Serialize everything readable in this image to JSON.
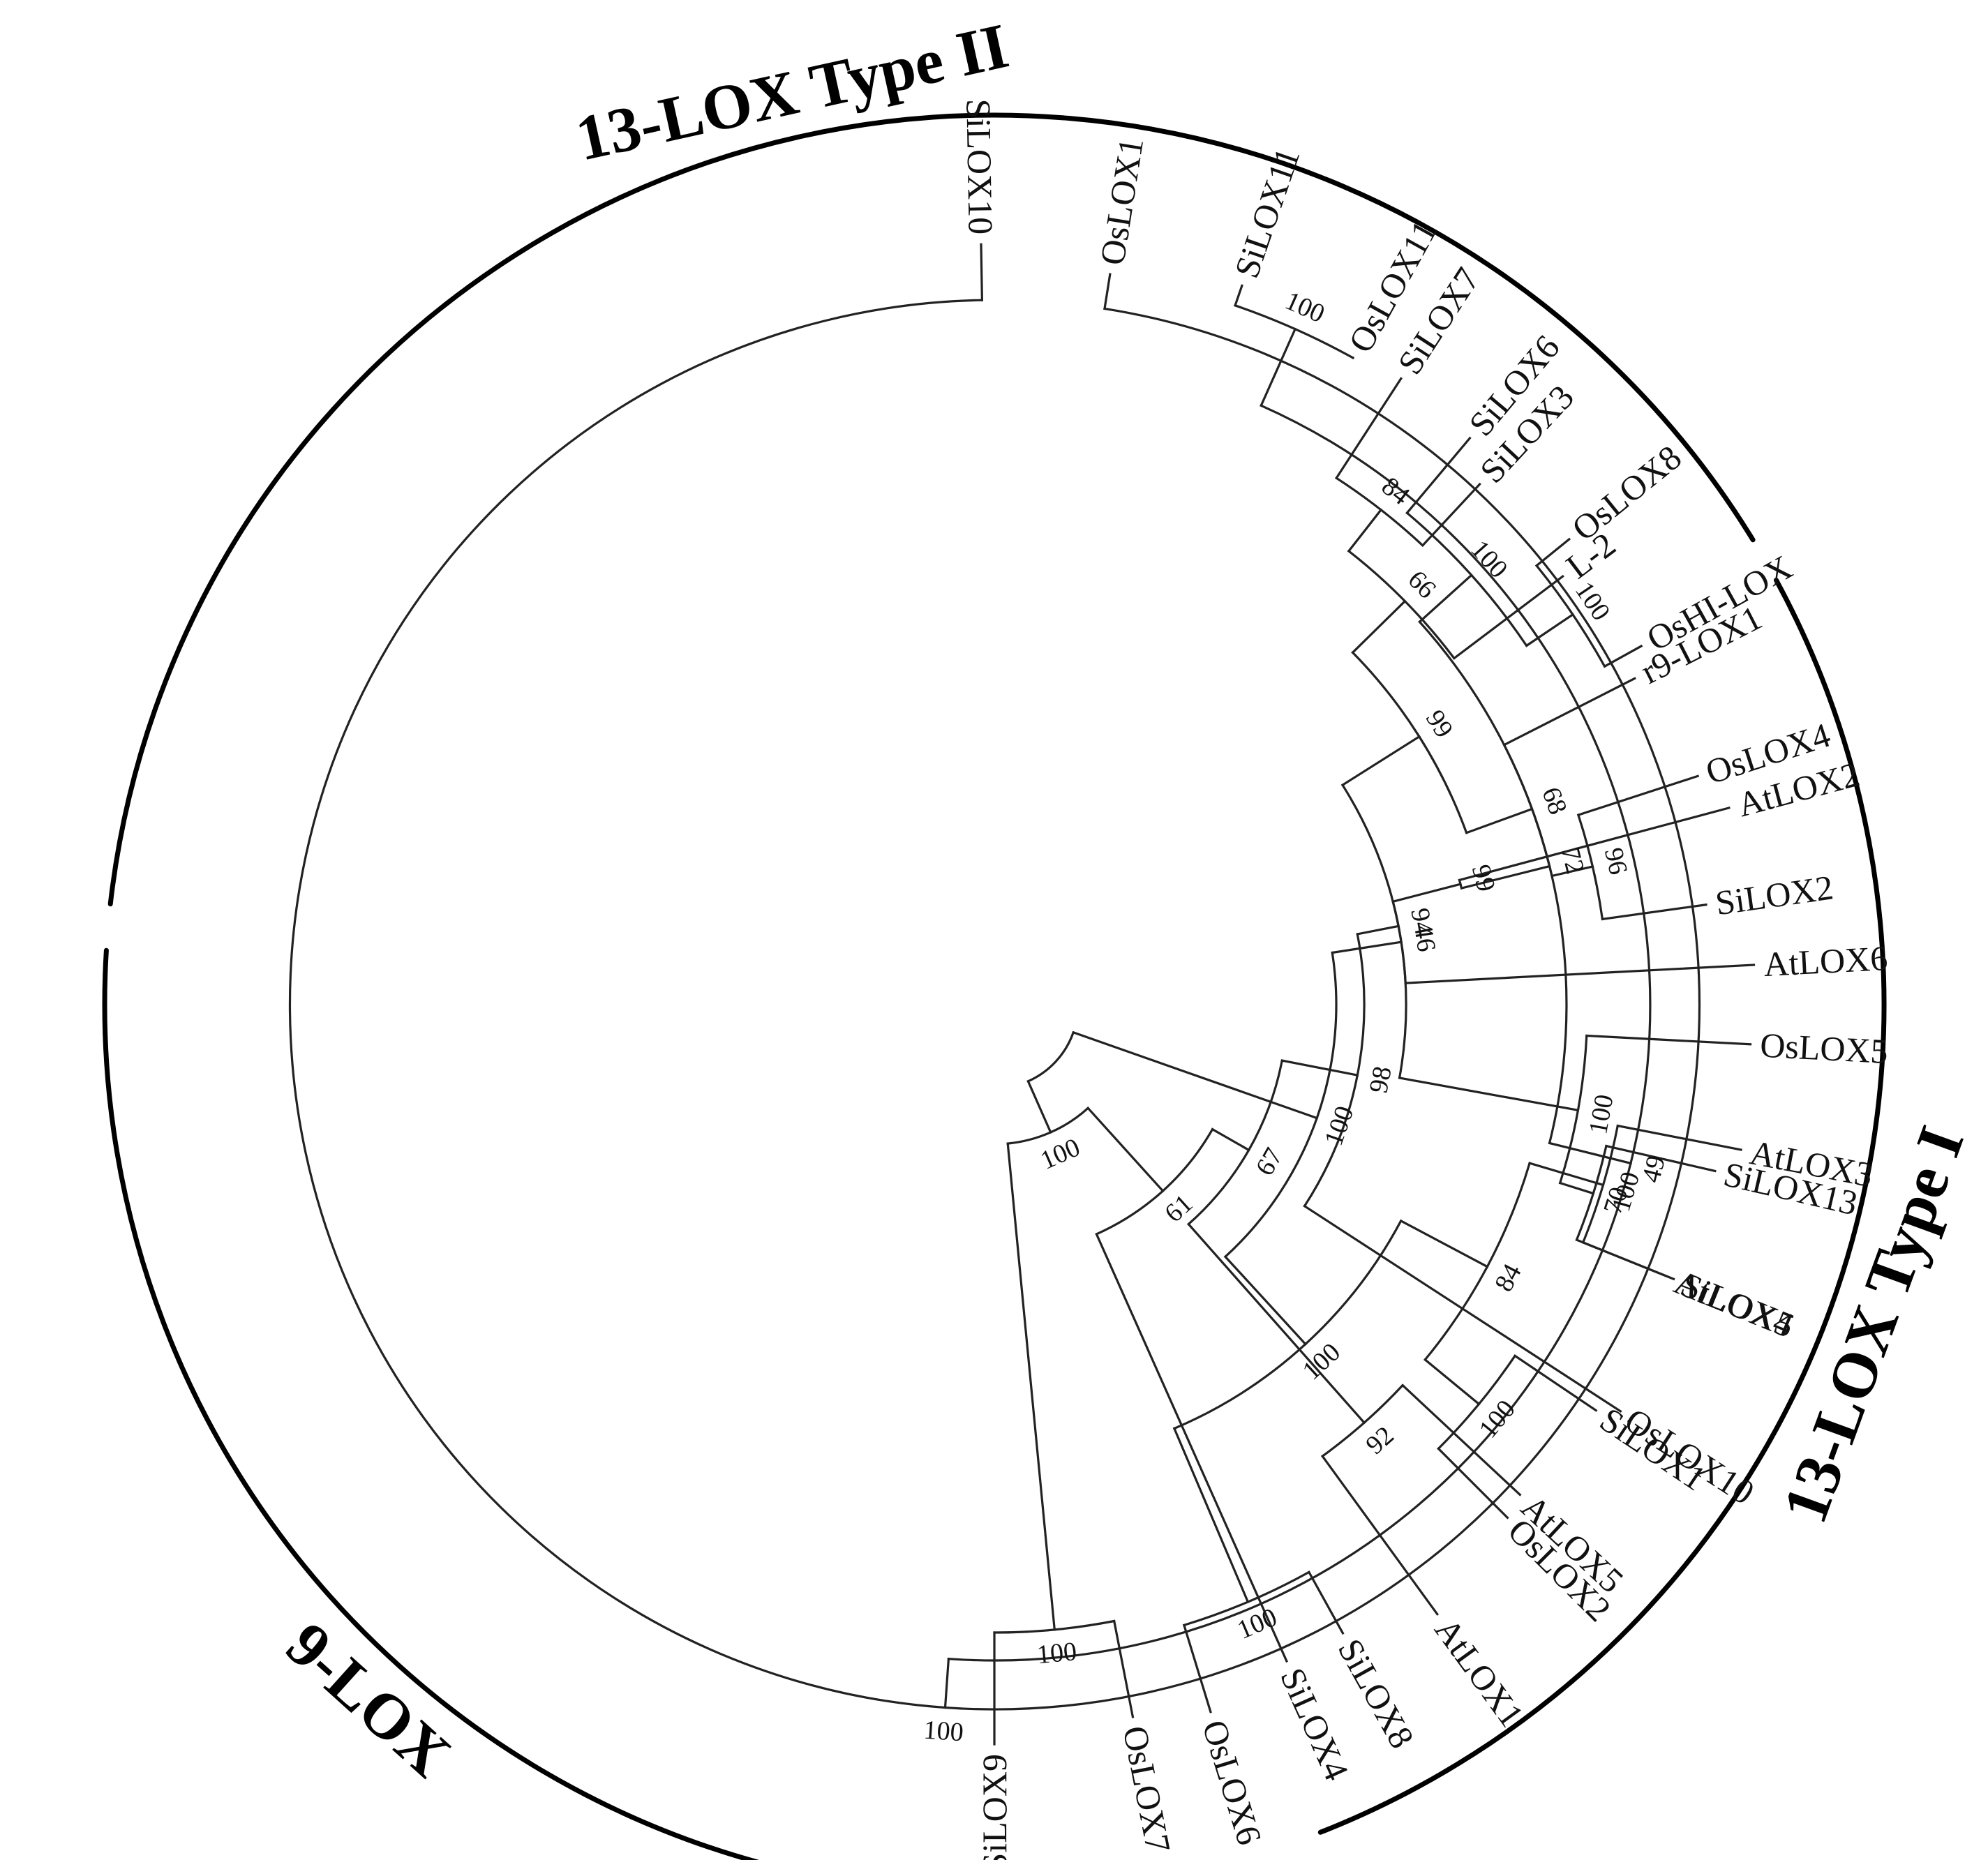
{
  "tree": {
    "clades": [
      {
        "name": "9-LOX",
        "start_deg": 169,
        "end_deg": 275
      },
      {
        "name": "13-LOX Type II",
        "start_deg": 275,
        "end_deg": 420
      },
      {
        "name": "13-LOX Type I",
        "start_deg": 420,
        "end_deg": 520
      }
    ],
    "leaves": [
      {
        "label": "OsLOX7",
        "angle_deg": 169
      },
      {
        "label": "SiLOX9",
        "angle_deg": 180
      },
      {
        "label": "SiLOX4",
        "angle_deg": 156
      },
      {
        "label": "AtLOX1",
        "angle_deg": 144
      },
      {
        "label": "AtLOX5",
        "angle_deg": 133
      },
      {
        "label": "OsLOX10",
        "angle_deg": 123
      },
      {
        "label": "SiLOX5",
        "angle_deg": 112
      },
      {
        "label": "SiLOX13",
        "angle_deg": 103
      },
      {
        "label": "OsLOX5",
        "angle_deg": 93
      },
      {
        "label": "SiLOX2",
        "angle_deg": 82
      },
      {
        "label": "OsLOX4",
        "angle_deg": 72
      },
      {
        "label": "r9-LOX1",
        "angle_deg": 63
      },
      {
        "label": "L-2",
        "angle_deg": 53
      },
      {
        "label": "SiLOX3",
        "angle_deg": 43
      },
      {
        "label": "SiLOX7",
        "angle_deg": 33
      },
      {
        "label": "SiLOX10",
        "angle_deg": 359
      },
      {
        "label": "OsLOX1",
        "angle_deg": 9
      },
      {
        "label": "SiLOX11",
        "angle_deg": 19
      },
      {
        "label": "OsLOX11",
        "angle_deg": 29
      },
      {
        "label": "SiLOX6",
        "angle_deg": 40
      },
      {
        "label": "OsLOX8",
        "angle_deg": 51
      },
      {
        "label": "OsHI-LOX",
        "angle_deg": 61
      },
      {
        "label": "AtLOX2",
        "angle_deg": 75
      },
      {
        "label": "AtLOX6",
        "angle_deg": 87
      },
      {
        "label": "AtLOX3",
        "angle_deg": 101
      },
      {
        "label": "AtLOX4",
        "angle_deg": 112
      },
      {
        "label": "SiLOX1",
        "angle_deg": 124
      },
      {
        "label": "OsLOX2",
        "angle_deg": 135
      },
      {
        "label": "SiLOX8",
        "angle_deg": 151
      },
      {
        "label": "OsLOX6",
        "angle_deg": 163
      }
    ],
    "bootstrap": [
      "84",
      "66",
      "99",
      "68",
      "96",
      "94",
      "100",
      "70",
      "98",
      "67",
      "61",
      "92",
      "100",
      "100",
      "100",
      "49",
      "100",
      "72",
      "100",
      "100",
      "99",
      "46",
      "100",
      "100",
      "84",
      "100",
      "100",
      "100"
    ]
  }
}
